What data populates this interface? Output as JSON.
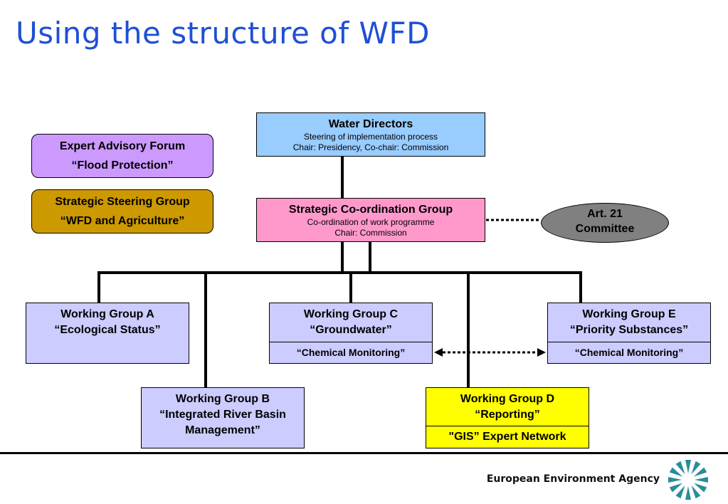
{
  "title": "Using the structure of WFD",
  "nodes": {
    "water_directors": {
      "title": "Water Directors",
      "line1": "Steering of implementation process",
      "line2": "Chair: Presidency, Co-chair: Commission",
      "color": "#99ccff"
    },
    "expert_forum": {
      "line1": "Expert Advisory Forum",
      "line2": "“Flood Protection”",
      "color": "#cc99ff"
    },
    "steering_group": {
      "line1": "Strategic Steering Group",
      "line2": "“WFD and Agriculture”",
      "color": "#cc9900"
    },
    "coord_group": {
      "title": "Strategic Co-ordination Group",
      "line1": "Co-ordination of work programme",
      "line2": "Chair: Commission",
      "color": "#ff99cc"
    },
    "art21": {
      "line1": "Art. 21",
      "line2": "Committee",
      "color": "#808080"
    },
    "wg_a": {
      "line1": "Working Group A",
      "line2": "“Ecological Status”",
      "color": "#ccccff"
    },
    "wg_b": {
      "line1": "Working Group B",
      "line2": "“Integrated River Basin",
      "line3": "Management”",
      "color": "#ccccff"
    },
    "wg_c": {
      "line1": "Working Group C",
      "line2": "“Groundwater”",
      "sub": "“Chemical Monitoring”",
      "color": "#ccccff"
    },
    "wg_d": {
      "line1": "Working Group D",
      "line2": "“Reporting”",
      "sub": "\"GIS” Expert Network",
      "color": "#ffff00"
    },
    "wg_e": {
      "line1": "Working Group E",
      "line2": "“Priority Substances”",
      "sub": "“Chemical Monitoring”",
      "color": "#ccccff"
    }
  },
  "footer": {
    "agency": "European Environment Agency",
    "logo_color": "#2a8c9c"
  }
}
